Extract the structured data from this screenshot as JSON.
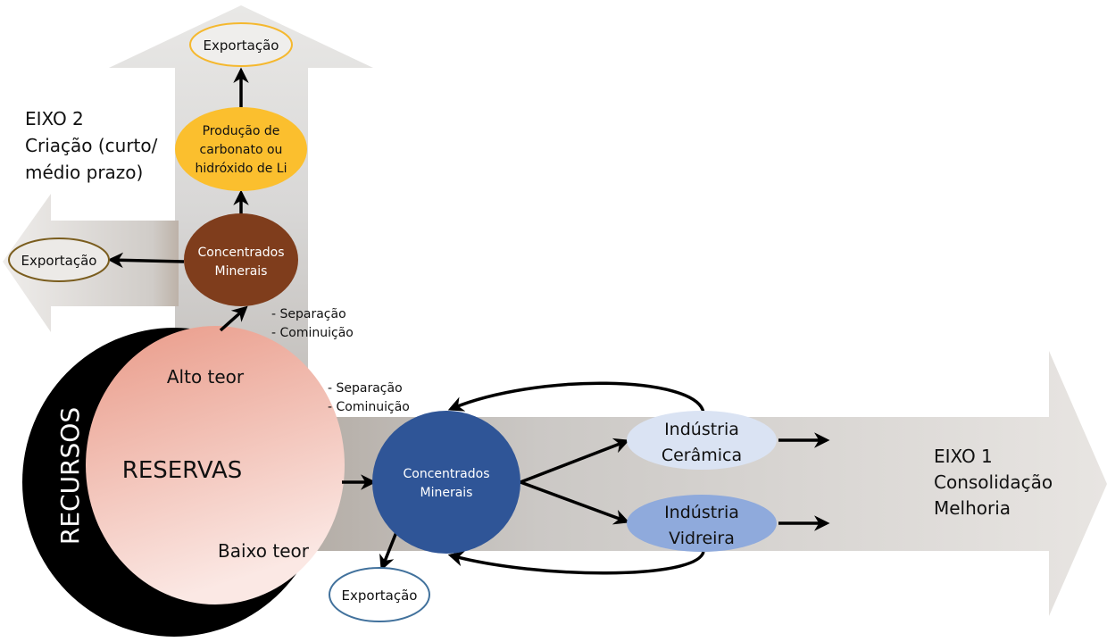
{
  "axes": {
    "axis2": {
      "title": "EIXO 2",
      "subtitle_line1": "Criação (curto/",
      "subtitle_line2": "médio prazo)"
    },
    "axis1": {
      "title": "EIXO 1",
      "subtitle_line1": "Consolidação",
      "subtitle_line2": "Melhoria"
    }
  },
  "resources": {
    "outer_label": "RECURSOS",
    "inner_label": "RESERVAS",
    "high_grade": "Alto teor",
    "low_grade": "Baixo teor"
  },
  "process_steps": {
    "upper": {
      "line1": "- Separação",
      "line2": "- Cominuição"
    },
    "lower": {
      "line1": "- Separação",
      "line2": "- Cominuição"
    }
  },
  "nodes": {
    "concentrates_axis2": {
      "line1": "Concentrados",
      "line2": "Minerais",
      "color": "#7f3d1c"
    },
    "lithium_production": {
      "line1": "Produção de",
      "line2": "carbonato ou",
      "line3": "hidróxido de Li",
      "color": "#fbbf2e"
    },
    "export_top": {
      "label": "Exportação",
      "border": "#f5b82e"
    },
    "export_left": {
      "label": "Exportação",
      "border": "#7a5d1e"
    },
    "concentrates_axis1": {
      "line1": "Concentrados",
      "line2": "Minerais",
      "color": "#2f5597"
    },
    "export_bottom": {
      "label": "Exportação",
      "border": "#41719c"
    },
    "ceramic_industry": {
      "line1": "Indústria",
      "line2": "Cerâmica",
      "color": "#dae3f3"
    },
    "glass_industry": {
      "line1": "Indústria",
      "line2": "Vidreira",
      "color": "#8faadc"
    }
  },
  "colors": {
    "resources_black": "#000000",
    "reserves_top": "#eba393",
    "reserves_bottom": "#fbe5e0",
    "arrow_gray_light": "#e8e6e3",
    "arrow_gray_mid": "#cfcfcf",
    "arrow_gray_dark": "#b8b2ab"
  }
}
